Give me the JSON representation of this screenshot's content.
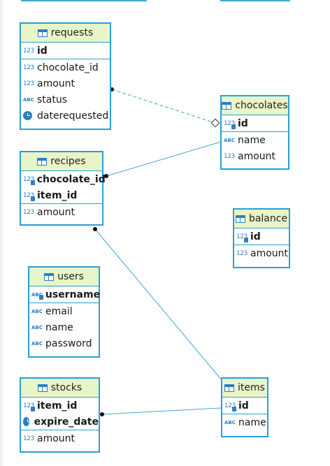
{
  "tables": {
    "requests": {
      "name": "requests",
      "keys": [
        {
          "name": "id",
          "type": "number"
        }
      ],
      "columns": [
        {
          "name": "chocolate_id",
          "type": "number"
        },
        {
          "name": "amount",
          "type": "number"
        },
        {
          "name": "status",
          "type": "text"
        },
        {
          "name": "daterequested",
          "type": "datetime"
        }
      ]
    },
    "chocolates": {
      "name": "chocolates",
      "keys": [
        {
          "name": "id",
          "type": "number"
        }
      ],
      "columns": [
        {
          "name": "name",
          "type": "text"
        },
        {
          "name": "amount",
          "type": "number"
        }
      ]
    },
    "recipes": {
      "name": "recipes",
      "keys": [
        {
          "name": "chocolate_id",
          "type": "number"
        },
        {
          "name": "item_id",
          "type": "number"
        }
      ],
      "columns": [
        {
          "name": "amount",
          "type": "number"
        }
      ]
    },
    "balance": {
      "name": "balance",
      "keys": [
        {
          "name": "id",
          "type": "number"
        }
      ],
      "columns": [
        {
          "name": "amount",
          "type": "number"
        }
      ]
    },
    "users": {
      "name": "users",
      "keys": [
        {
          "name": "username",
          "type": "text"
        }
      ],
      "columns": [
        {
          "name": "email",
          "type": "text"
        },
        {
          "name": "name",
          "type": "text"
        },
        {
          "name": "password",
          "type": "text"
        }
      ]
    },
    "stocks": {
      "name": "stocks",
      "keys": [
        {
          "name": "item_id",
          "type": "number"
        },
        {
          "name": "expire_date",
          "type": "datetime"
        }
      ],
      "columns": [
        {
          "name": "amount",
          "type": "number"
        }
      ]
    },
    "items": {
      "name": "items",
      "keys": [
        {
          "name": "id",
          "type": "number"
        }
      ],
      "columns": [
        {
          "name": "name",
          "type": "text"
        }
      ]
    }
  },
  "icons": {
    "number": "123",
    "text": "ABC"
  },
  "relations": [
    {
      "from": "requests",
      "to": "chocolates",
      "style": "dashed"
    },
    {
      "from": "recipes",
      "to": "chocolates",
      "style": "solid"
    },
    {
      "from": "recipes",
      "to": "items",
      "style": "solid"
    },
    {
      "from": "stocks",
      "to": "items",
      "style": "solid"
    }
  ],
  "colors": {
    "border": "#2a9fd6",
    "header": "#e8f5c8",
    "line": "#3fa7d6",
    "icon": "#2a7fc6"
  }
}
